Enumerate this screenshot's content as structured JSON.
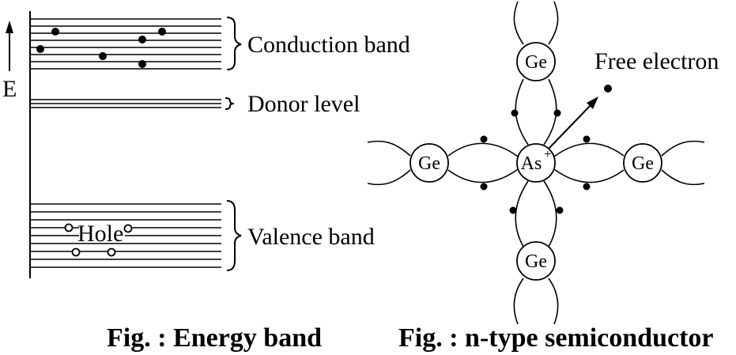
{
  "energy_band": {
    "axis_label": "E",
    "conduction_label": "Conduction band",
    "donor_label": "Donor level",
    "valence_label": "Valence band",
    "hole_label": "Hole",
    "caption": "Fig. : Energy band"
  },
  "semiconductor": {
    "center_atom": "As",
    "center_charge": "+",
    "atoms": {
      "top": "Ge",
      "left": "Ge",
      "right": "Ge",
      "bottom": "Ge"
    },
    "free_electron_label": "Free electron",
    "caption": "Fig. : n-type semiconductor"
  }
}
